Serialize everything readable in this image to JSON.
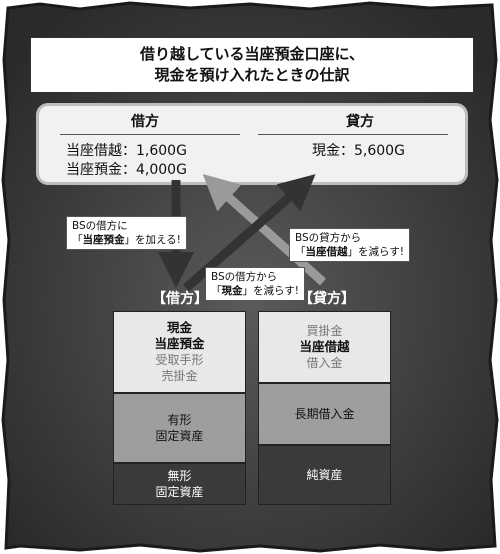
{
  "title": {
    "line1": "借り越している当座預金口座に、",
    "line2": "現金を預け入れたときの仕訳"
  },
  "journal": {
    "debit_header": "借方",
    "credit_header": "貸方",
    "debit_lines": [
      "当座借越：1,600G",
      "当座預金：4,000G"
    ],
    "credit_lines": [
      "現金：5,600G"
    ]
  },
  "notes": {
    "debit_add": {
      "line1": "BSの借方に",
      "line2_prefix": "「",
      "line2_bold": "当座預金",
      "line2_suffix": "」を加える!"
    },
    "credit_reduce": {
      "line1": "BSの貸方から",
      "line2_prefix": "「",
      "line2_bold": "当座借越",
      "line2_suffix": "」を減らす!"
    },
    "debit_reduce": {
      "line1": "BSの借方から",
      "line2_prefix": "「",
      "line2_bold": "現金",
      "line2_suffix": "」を減らす!"
    }
  },
  "balance_sheet": {
    "debit_label": "【借方】",
    "credit_label": "【貸方】",
    "debit_blocks": [
      {
        "items": [
          {
            "text": "現金",
            "style": "bold"
          },
          {
            "text": "当座預金",
            "style": "bold"
          },
          {
            "text": "受取手形",
            "style": "grey"
          },
          {
            "text": "売掛金",
            "style": "grey"
          }
        ]
      },
      {
        "items": [
          {
            "text": "有形",
            "style": "normal"
          },
          {
            "text": "固定資産",
            "style": "normal"
          }
        ]
      },
      {
        "items": [
          {
            "text": "無形",
            "style": "normal"
          },
          {
            "text": "固定資産",
            "style": "normal"
          }
        ]
      }
    ],
    "credit_blocks": [
      {
        "items": [
          {
            "text": "買掛金",
            "style": "grey"
          },
          {
            "text": "当座借越",
            "style": "bold"
          },
          {
            "text": "借入金",
            "style": "grey"
          }
        ]
      },
      {
        "items": [
          {
            "text": "長期借入金",
            "style": "normal"
          }
        ]
      },
      {
        "items": [
          {
            "text": "純資産",
            "style": "normal"
          }
        ]
      }
    ]
  },
  "colors": {
    "arrow_dark": "#333333",
    "arrow_light": "#9a9a9a",
    "background": "#3c3c3c"
  }
}
